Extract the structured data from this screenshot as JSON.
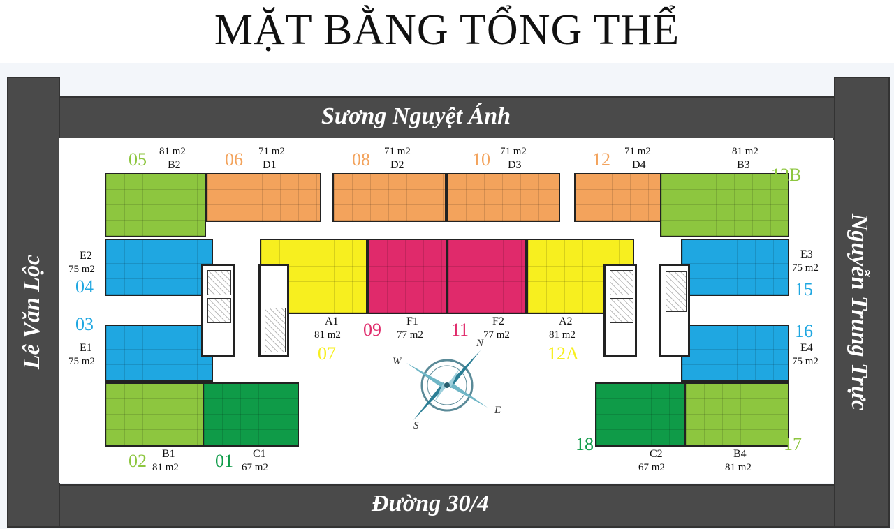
{
  "title": "MẶT BẰNG TỔNG THỂ",
  "roads": {
    "top": "Sương Nguyệt Ánh",
    "bottom": "Đường 30/4",
    "left": "Lê Văn Lộc",
    "right": "Nguyễn Trung Trực"
  },
  "colors": {
    "green_light": "#8dc63f",
    "green_dark": "#0f9b48",
    "orange": "#f3a35c",
    "blue": "#1fa7e1",
    "yellow": "#f7ef1f",
    "crimson": "#e02a6b",
    "road": "#4a4a4a"
  },
  "units": [
    {
      "num": "05",
      "code": "B2",
      "area": "81 m2",
      "color": "#8dc63f"
    },
    {
      "num": "06",
      "code": "D1",
      "area": "71 m2",
      "color": "#f3a35c"
    },
    {
      "num": "08",
      "code": "D2",
      "area": "71 m2",
      "color": "#f3a35c"
    },
    {
      "num": "10",
      "code": "D3",
      "area": "71 m2",
      "color": "#f3a35c"
    },
    {
      "num": "12",
      "code": "D4",
      "area": "71 m2",
      "color": "#f3a35c"
    },
    {
      "num": "12B",
      "code": "B3",
      "area": "81 m2",
      "color": "#8dc63f"
    },
    {
      "num": "04",
      "code": "E2",
      "area": "75 m2",
      "color": "#1fa7e1"
    },
    {
      "num": "03",
      "code": "E1",
      "area": "75 m2",
      "color": "#1fa7e1"
    },
    {
      "num": "15",
      "code": "E3",
      "area": "75 m2",
      "color": "#1fa7e1"
    },
    {
      "num": "16",
      "code": "E4",
      "area": "75 m2",
      "color": "#1fa7e1"
    },
    {
      "num": "07",
      "code": "A1",
      "area": "81 m2",
      "color": "#f7ef1f"
    },
    {
      "num": "09",
      "code": "F1",
      "area": "77 m2",
      "color": "#e02a6b"
    },
    {
      "num": "11",
      "code": "F2",
      "area": "77 m2",
      "color": "#e02a6b"
    },
    {
      "num": "12A",
      "code": "A2",
      "area": "81 m2",
      "color": "#f7ef1f"
    },
    {
      "num": "02",
      "code": "B1",
      "area": "81 m2",
      "color": "#8dc63f"
    },
    {
      "num": "01",
      "code": "C1",
      "area": "67 m2",
      "color": "#0f9b48"
    },
    {
      "num": "18",
      "code": "C2",
      "area": "67 m2",
      "color": "#0f9b48"
    },
    {
      "num": "17",
      "code": "B4",
      "area": "81 m2",
      "color": "#8dc63f"
    }
  ],
  "compass": {
    "n": "N",
    "s": "S",
    "e": "E",
    "w": "W"
  }
}
